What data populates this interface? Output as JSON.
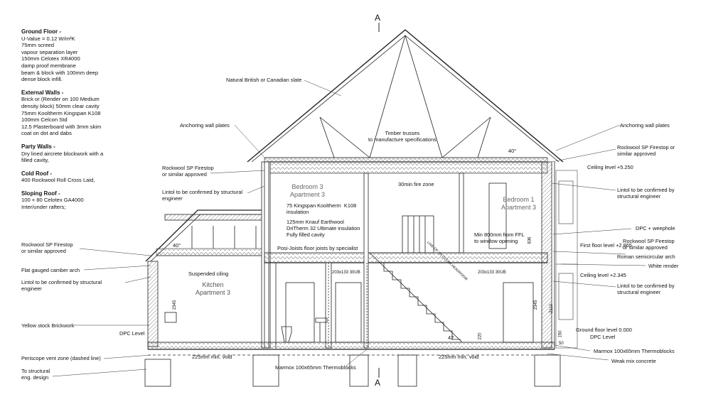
{
  "spec": {
    "ground_floor": {
      "title": "Ground Floor -",
      "lines": [
        "U-Value = 0.12 W/m²K",
        "75mm screed",
        "vapour separation layer",
        "150mm Celotex XR4000",
        "damp proof membrane",
        "beam & block with 100mm deep",
        "dense block infill."
      ]
    },
    "external_walls": {
      "title": "External Walls -",
      "lines": [
        "Brick or (Render on 100 Medium",
        "density block) 50mm clear cavity",
        "75mm Kooltherm Kingspan K108",
        "100mm Celcon Std",
        "12.5 Plasterboard with 3mm skim",
        "coat on dot and dabs"
      ]
    },
    "party_walls": {
      "title": "Party Walls -",
      "lines": [
        "Dry lined aircrete blockwork with a",
        "filled cavity,"
      ]
    },
    "cold_roof": {
      "title": "Cold Roof -",
      "lines": [
        "400 Rockwool Roll Cross Laid,"
      ]
    },
    "sloping_roof": {
      "title": "Sloping Roof -",
      "lines": [
        "100 + 80 Celotex GA4000",
        "Inter/under rafters;"
      ]
    }
  },
  "section_marker": "A",
  "left_labels": {
    "firestop": "Rockwool SP Firestop\nor similar approved",
    "lintel": "Lintol to be confirmed by structural\nengineer",
    "firestop2": "Rockwool SP Firestop\nor similar approved",
    "camber": "Flat gauged camber arch",
    "lintel2": "Lintol to be confirmed by structural\nengineer",
    "brickwork": "Yellow stock Brickwork",
    "periscope": "Periscope vent zone (dashed line)",
    "foundation": "To structural\neng. design"
  },
  "center_labels": {
    "slate": "Natural British or Canadian slate",
    "wall_plates": "Anchoring wall plates",
    "trusses": "Timber trusses\nto manufacture specifications",
    "bedroom3": "Bedroom 3\nApartment 3",
    "kooltherm": "75 Kingspan Kooltherm  K108\ninsulation",
    "knauf": "125mm Knauf Earthwool\nDriTherm 32 Ultimate insulation\nFully filled cavity",
    "posijoists": "Posi-Joists floor joists by specialist",
    "fire_zone": "30min fire zone",
    "bedroom1": "Bedroom 1\nApartment 3",
    "min_ffl": "Min 800mm from FFL\nto window opening",
    "headroom": "LINE OF 2m CLEAR HEADROOM",
    "suspended": "Suspended ciling",
    "kitchen": "Kitchen\nApartment 3",
    "ub1": "203x133 30UB",
    "ub2": "203x133 30UB",
    "void1": "225mm min. void",
    "void2": "225mm min. void",
    "marmox_c": "Marmox 100x65mm Thermoblocks",
    "dpc_left": "DPC Level",
    "angle40a": "40°",
    "angle40b": "40°",
    "angle42": "42",
    "dim2345a": "2345",
    "dim2345b": "2345",
    "dim2110": "2110",
    "dim836": "836",
    "dim220": "220",
    "dim150": "150",
    "dim50": "50"
  },
  "right_labels": {
    "wall_plates": "Anchoring wall plates",
    "firestop": "Rockwool SP Firestop or\nsimilar approved",
    "ceiling_upper": "Ceiling level +5.250",
    "lintel": "Lintol to be confirmed by\nstructural engineer",
    "dpc_weep": "DPC + weephole",
    "first_floor": "First floor level +2.865",
    "firestop2": "Rockwool SP Firestop\nor similar approved",
    "roman_arch": "Roman semicircular arch",
    "white_render": "White render",
    "ceiling_lower": "Ceiling level +2.345",
    "lintel2": "Lintol to be confirmed by\nstructural engineer",
    "ground_floor": "Ground floor level 0.000",
    "dpc": "DPC Level",
    "marmox": "Marmox 100x65mm Thermoblocks",
    "concrete": "Weak mix concrete"
  }
}
